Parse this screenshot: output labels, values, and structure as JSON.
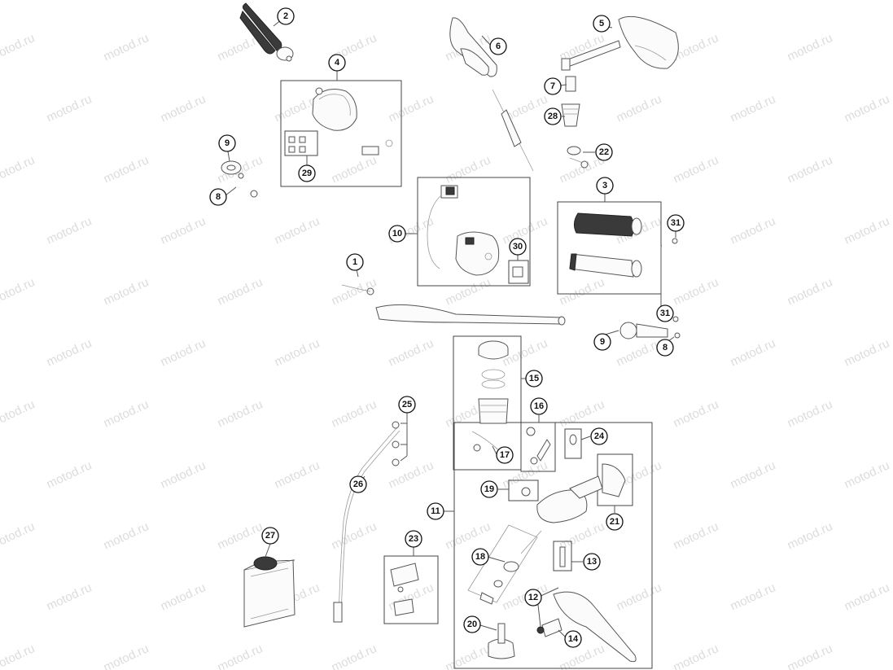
{
  "watermark": "motod.ru",
  "callouts": [
    {
      "id": "c1",
      "label": "1"
    },
    {
      "id": "c2",
      "label": "2"
    },
    {
      "id": "c3",
      "label": "3"
    },
    {
      "id": "c4",
      "label": "4"
    },
    {
      "id": "c5",
      "label": "5"
    },
    {
      "id": "c6",
      "label": "6"
    },
    {
      "id": "c7",
      "label": "7"
    },
    {
      "id": "c8a",
      "label": "8"
    },
    {
      "id": "c8b",
      "label": "8"
    },
    {
      "id": "c9a",
      "label": "9"
    },
    {
      "id": "c9b",
      "label": "9"
    },
    {
      "id": "c10",
      "label": "10"
    },
    {
      "id": "c11",
      "label": "11"
    },
    {
      "id": "c12",
      "label": "12"
    },
    {
      "id": "c13",
      "label": "13"
    },
    {
      "id": "c14",
      "label": "14"
    },
    {
      "id": "c15",
      "label": "15"
    },
    {
      "id": "c16",
      "label": "16"
    },
    {
      "id": "c17",
      "label": "17"
    },
    {
      "id": "c18",
      "label": "18"
    },
    {
      "id": "c19",
      "label": "19"
    },
    {
      "id": "c20",
      "label": "20"
    },
    {
      "id": "c21",
      "label": "21"
    },
    {
      "id": "c22",
      "label": "22"
    },
    {
      "id": "c23",
      "label": "23"
    },
    {
      "id": "c24",
      "label": "24"
    },
    {
      "id": "c25",
      "label": "25"
    },
    {
      "id": "c26",
      "label": "26"
    },
    {
      "id": "c27",
      "label": "27"
    },
    {
      "id": "c28",
      "label": "28"
    },
    {
      "id": "c29",
      "label": "29"
    },
    {
      "id": "c30",
      "label": "30"
    },
    {
      "id": "c31a",
      "label": "31"
    },
    {
      "id": "c31b",
      "label": "31"
    }
  ]
}
